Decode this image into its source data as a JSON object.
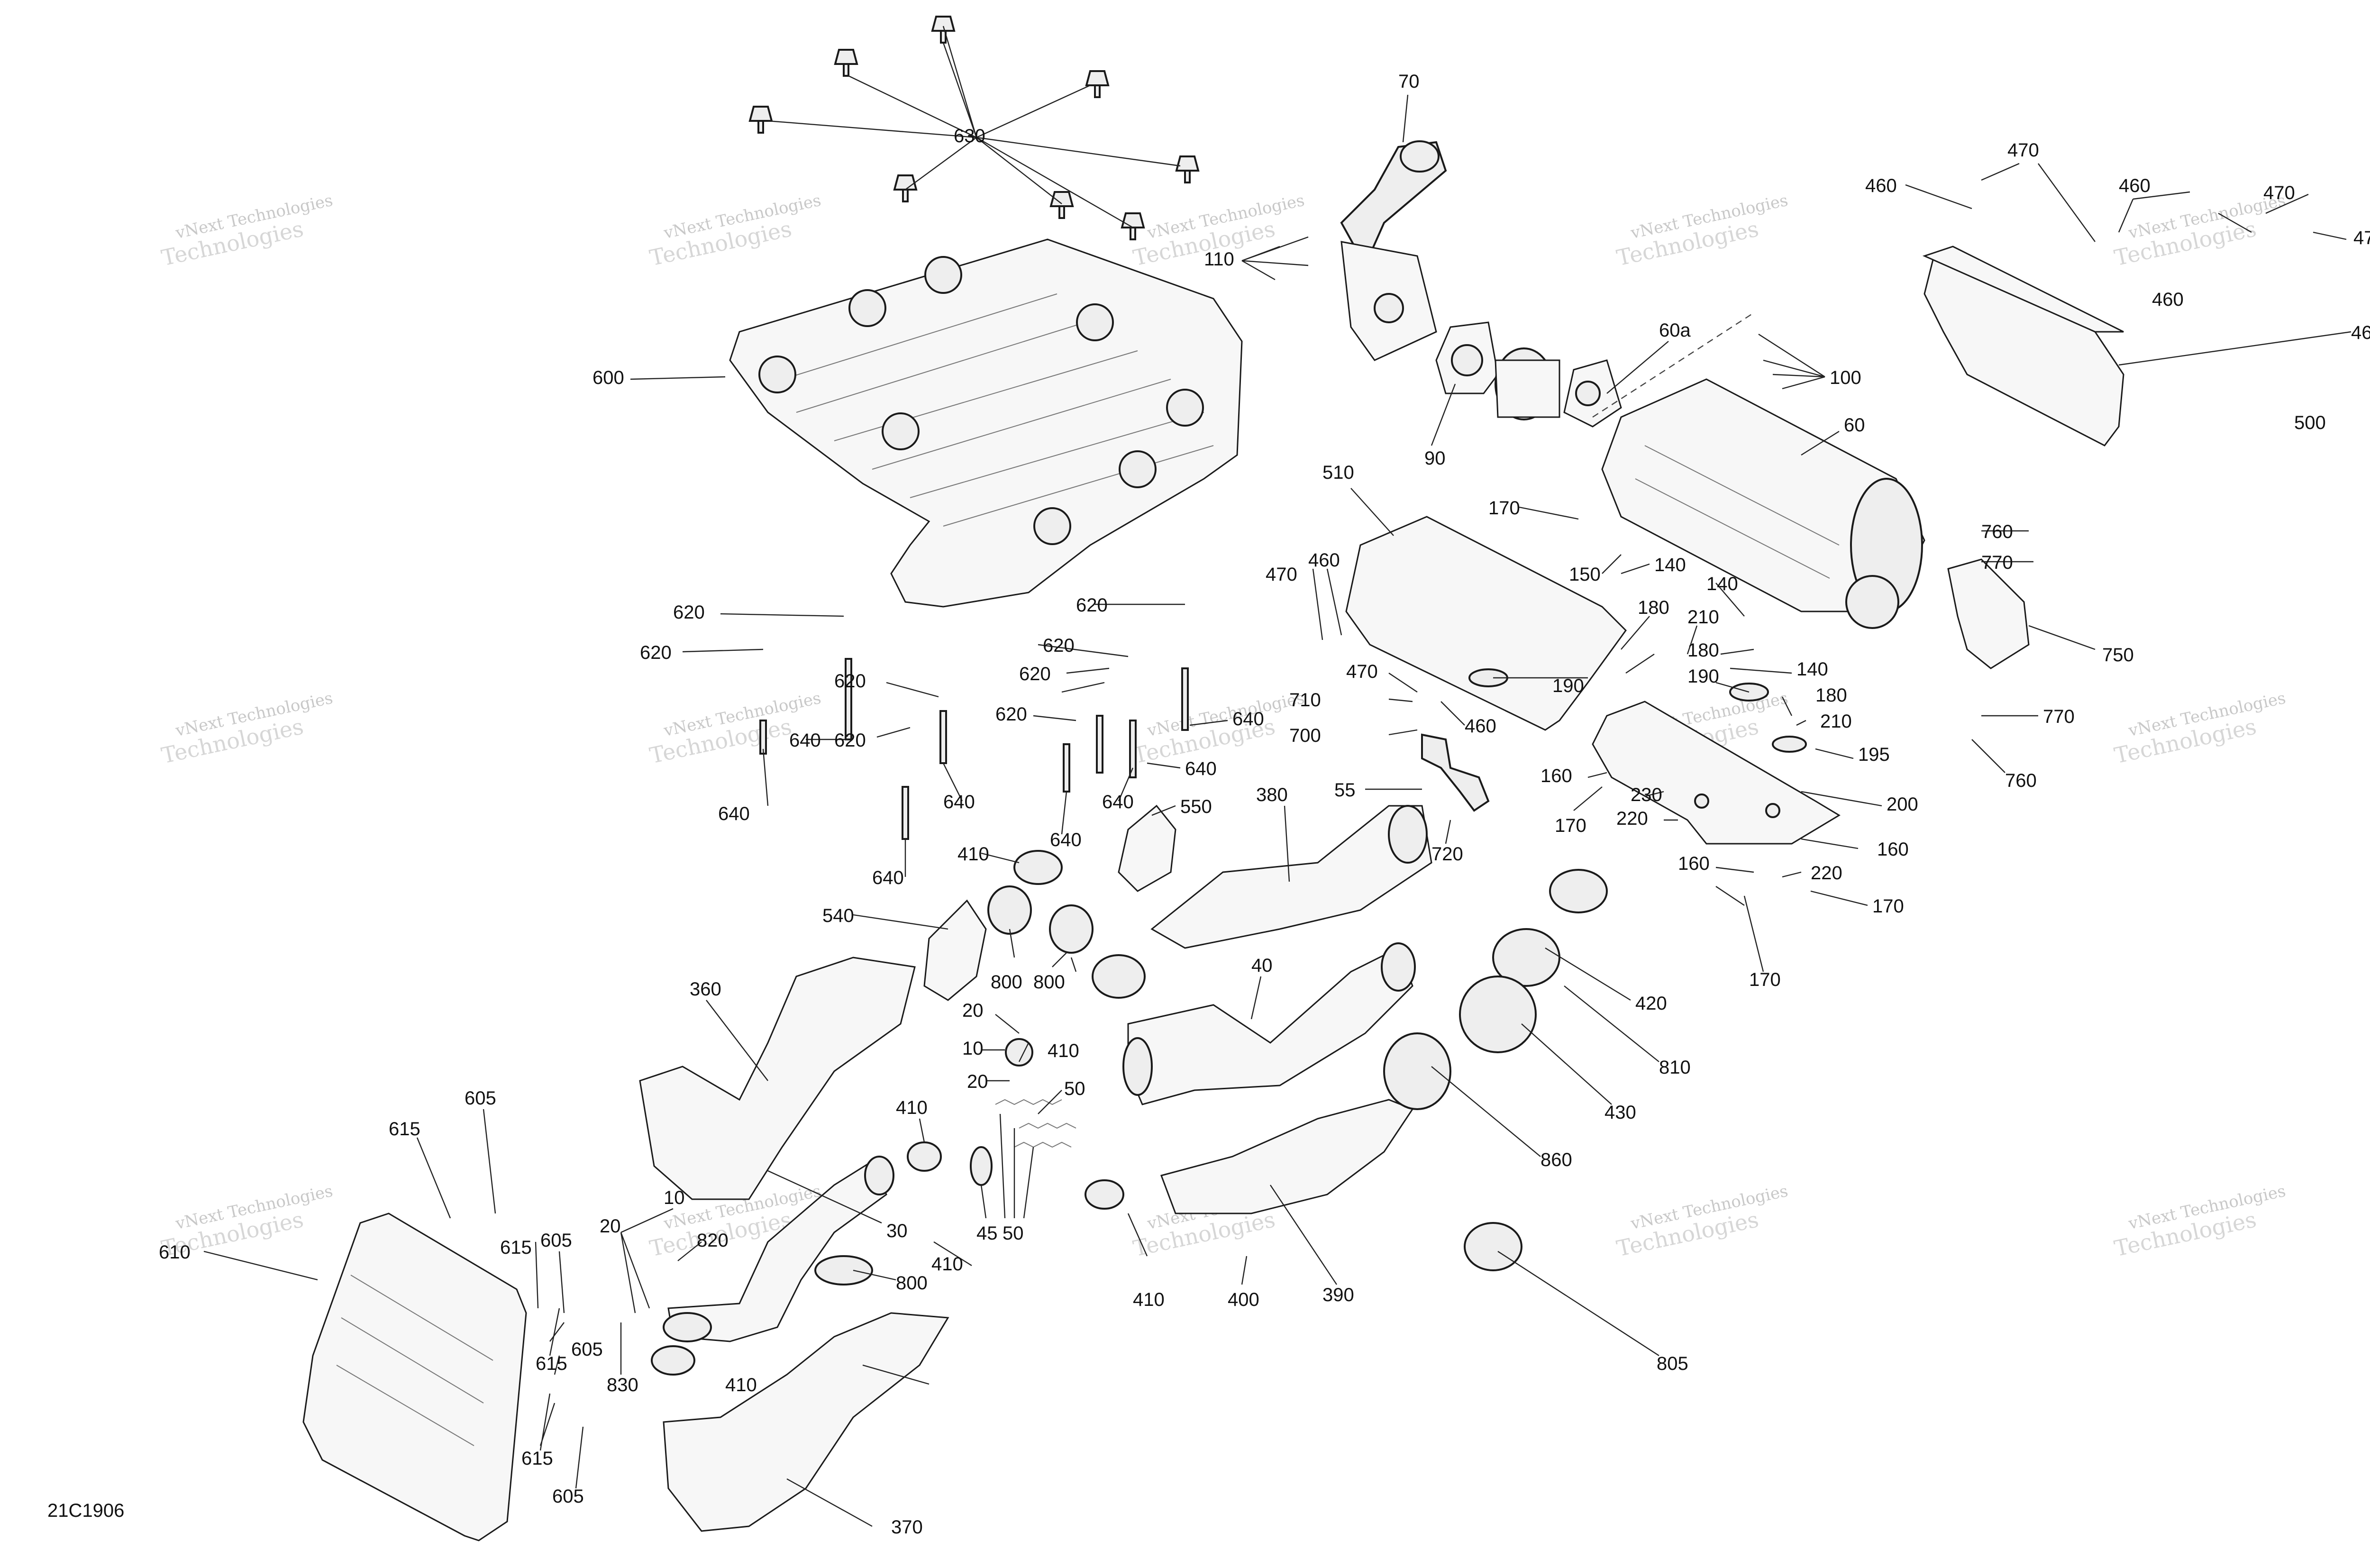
{
  "diagram_code": "21C1906",
  "watermark": [
    "vNext Technologies",
    "Technologies"
  ],
  "labels": {
    "l630": "630",
    "l70": "70",
    "l110": "110",
    "l600": "600",
    "l90": "90",
    "l60a": "60a",
    "l100": "100",
    "l60": "60",
    "l460": "460",
    "l470": "470",
    "l500": "500",
    "l510": "510",
    "l170": "170",
    "l150": "150",
    "l140": "140",
    "l180": "180",
    "l210": "210",
    "l190": "190",
    "l195": "195",
    "l200": "200",
    "l160": "160",
    "l230": "230",
    "l220": "220",
    "l760": "760",
    "l770": "770",
    "l750": "750",
    "l620": "620",
    "l640": "640",
    "l710": "710",
    "l700": "700",
    "l55": "55",
    "l720": "720",
    "l380": "380",
    "l550": "550",
    "l410": "410",
    "l540": "540",
    "l800": "800",
    "l360": "360",
    "l20": "20",
    "l10": "10",
    "l50": "50",
    "l45": "45",
    "l40": "40",
    "l420": "420",
    "l810": "810",
    "l430": "430",
    "l860": "860",
    "l390": "390",
    "l400": "400",
    "l805": "805",
    "l30": "30",
    "l820": "820",
    "l830": "830",
    "l370": "370",
    "l605": "605",
    "l615": "615",
    "l610": "610"
  }
}
